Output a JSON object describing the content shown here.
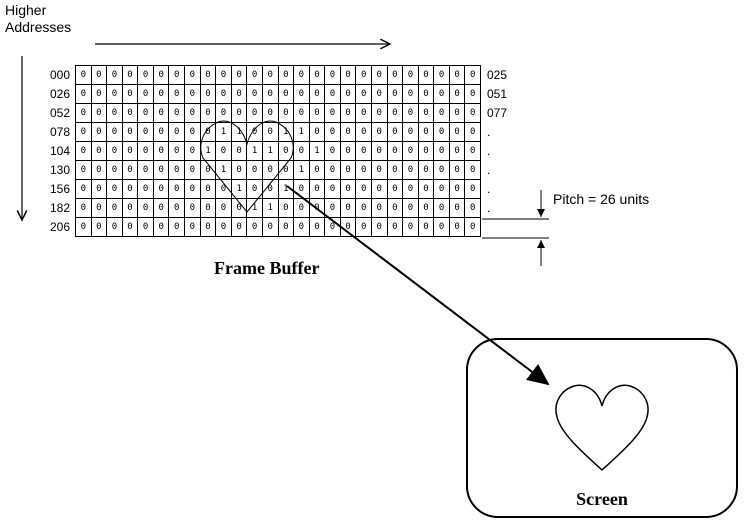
{
  "labels": {
    "higher_line1": "Higher",
    "higher_line2": "Addresses",
    "frame_buffer": "Frame Buffer",
    "pitch": "Pitch = 26 units",
    "screen": "Screen"
  },
  "frame_buffer": {
    "columns": 26,
    "row_count": 9,
    "left_addresses": [
      "000",
      "026",
      "052",
      "078",
      "104",
      "130",
      "156",
      "182",
      "206"
    ],
    "right_addresses": [
      "025",
      "051",
      "077",
      ".",
      ".",
      ".",
      ".",
      ".",
      ""
    ],
    "rows": [
      "00000000000000000000000000",
      "00000000000000000000000000",
      "00000000000000000000000000",
      "00000000011001100000000000",
      "00000000100110010000000000",
      "00000000010000100000000000",
      "00000000001001000000000000",
      "00000000000110000000000000",
      "00000000000000000000000000"
    ]
  }
}
